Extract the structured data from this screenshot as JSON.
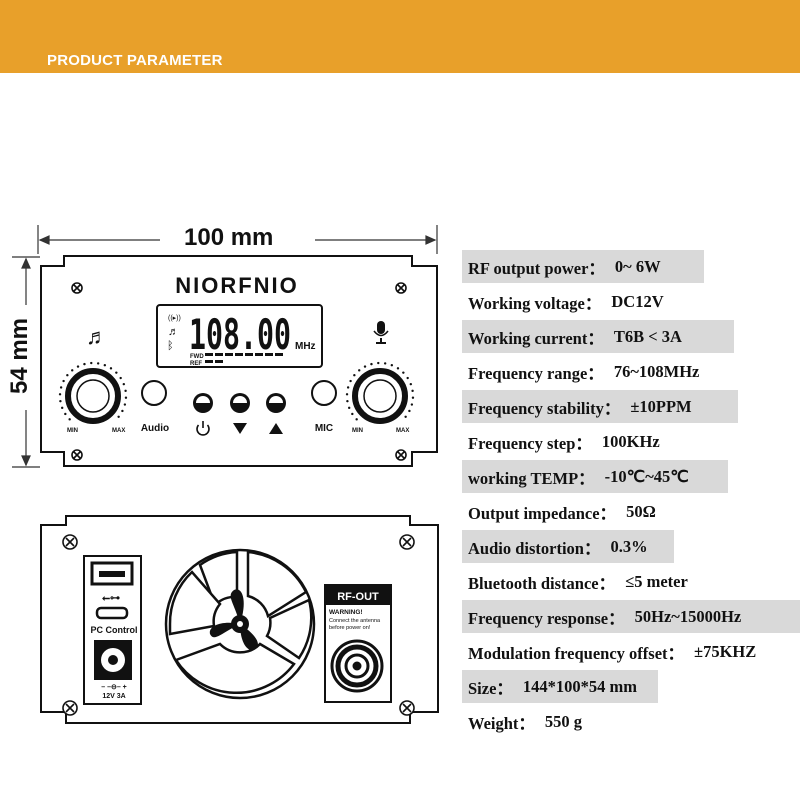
{
  "banner": {
    "title": "PRODUCT PARAMETER",
    "color": "#E8A02A"
  },
  "dimensions": {
    "width": "100 mm",
    "height": "54 mm"
  },
  "front_panel": {
    "brand": "NIORFNIO",
    "frequency": "108.00",
    "unit": "MHz",
    "fwd": "FWD",
    "ref": "REF",
    "audio": "Audio",
    "mic": "MIC",
    "knob_min": "MIN",
    "knob_max": "MAX",
    "icons": [
      "music-note-icon",
      "bluetooth-icon",
      "speaker-icon",
      "microphone-icon",
      "power-icon",
      "arrow-down-icon",
      "arrow-up-icon"
    ]
  },
  "back_panel": {
    "pc_control": "PC Control",
    "power_label": "12V  3A",
    "rf_out": "RF-OUT",
    "warning_title": "WARNING!",
    "warning_line1": "Connect the antenna",
    "warning_line2": "before power on!",
    "icons": [
      "usb-icon",
      "fan-icon",
      "antenna-connector-icon"
    ]
  },
  "specs": [
    {
      "label": "RF output power：",
      "value": "0~ 6W",
      "shaded": true
    },
    {
      "label": "Working voltage：",
      "value": "DC12V",
      "shaded": false
    },
    {
      "label": "Working current：",
      "value": "T6B < 3A",
      "shaded": true
    },
    {
      "label": "Frequency range：",
      "value": "76~108MHz",
      "shaded": false
    },
    {
      "label": "Frequency stability：",
      "value": "±10PPM",
      "shaded": true
    },
    {
      "label": "Frequency step：",
      "value": "100KHz",
      "shaded": false
    },
    {
      "label": "working TEMP：",
      "value": "-10℃~45℃",
      "shaded": true
    },
    {
      "label": "Output impedance：",
      "value": "50Ω",
      "shaded": false
    },
    {
      "label": "Audio distortion：",
      "value": "0.3%",
      "shaded": true
    },
    {
      "label": "Bluetooth distance：",
      "value": "≤5 meter",
      "shaded": false
    },
    {
      "label": "Frequency response：",
      "value": "50Hz~15000Hz",
      "shaded": true
    },
    {
      "label": "Modulation frequency offset：",
      "value": "±75KHZ",
      "shaded": false
    },
    {
      "label": "Size：",
      "value": "144*100*54 mm",
      "shaded": true
    },
    {
      "label": "Weight：",
      "value": "550 g",
      "shaded": false
    }
  ]
}
